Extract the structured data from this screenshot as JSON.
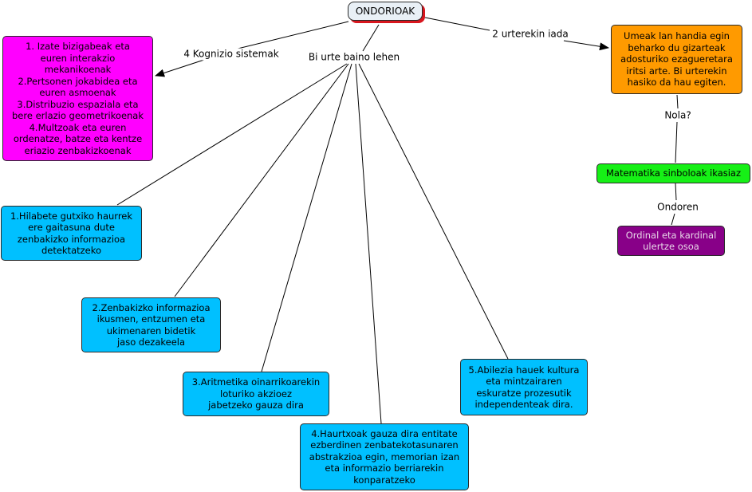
{
  "root": "ONDORIOAK",
  "nodes": {
    "kognizio": "1. Izate bizigabeak eta\neuren interakzio\nmekanikoenak\n2.Pertsonen jokabidea eta\neuren asmoenak\n3.Distribuzio espaziala eta\nbere erlazio geometrikoenak\n4.Multzoak eta euren\nordenatze, batze eta kentze\neriazio zenbakizkoenak",
    "n1": "1.Hilabete gutxiko haurrek\nere gaitasuna dute\nzenbakizko informazioa\ndetektatzeko",
    "n2": "2.Zenbakizko informazioa\nikusmen, entzumen eta\nukimenaren bidetik\njaso dezakeela",
    "n3": "3.Aritmetika oinarrikoarekin\nloturiko akzioez\njabetzeko gauza dira",
    "n4": "4.Haurtxoak gauza dira entitate\nezberdinen zenbatekotasunaren\nabstrakzioa egin, memorian izan\neta informazio berriarekin\nkonparatzeko",
    "n5": "5.Abilezia hauek kultura\neta mintzairaren\neskuratze prozesutik\nindependenteak dira.",
    "umeak": "Umeak lan handia egin\nbeharko du gizarteak\nadosturiko ezagueretara\niritsi arte. Bi urterekin\nhasiko da hau egiten.",
    "matematika": "Matematika sinboloak ikasiaz",
    "ordinal": "Ordinal eta kardinal\nulertze osoa"
  },
  "link_labels": {
    "kognizio": "4 Kognizio sistemak",
    "bi_urte": "Bi urte baino lehen",
    "urterekin": "2 urterekin iada",
    "nola": "Nola?",
    "ondoren": "Ondoren"
  },
  "colors": {
    "root": "#e9f0f6",
    "root_shadow": "#d8161e",
    "blue": "#00c0ff",
    "magenta": "#ff00ff",
    "orange": "#ff9a00",
    "green": "#16f016",
    "purple": "#880088"
  }
}
